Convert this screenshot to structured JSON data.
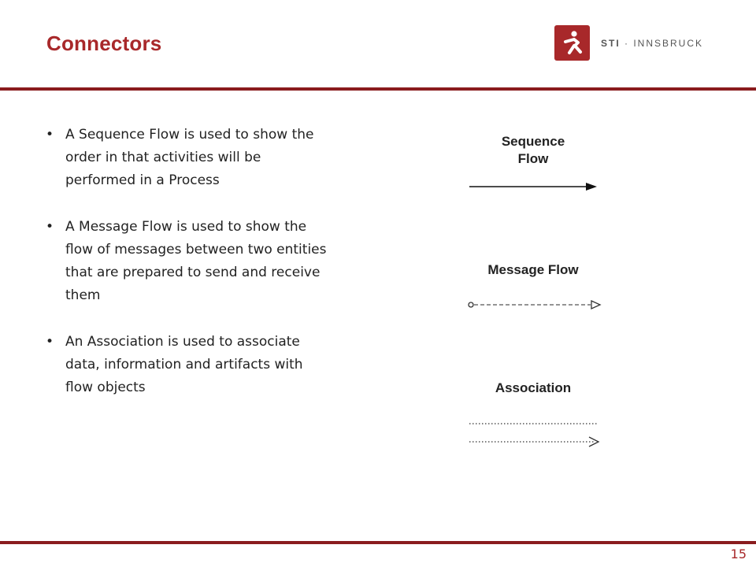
{
  "slide": {
    "title": "Connectors",
    "page_number": "15"
  },
  "logo": {
    "brand": "STI",
    "separator": " · ",
    "name": "INNSBRUCK",
    "color": "#a8282a"
  },
  "bullets": [
    {
      "marker": "•",
      "text": "A Sequence Flow is used to show the order in that activities will be performed in a Process"
    },
    {
      "marker": "•",
      "text": "A Message Flow is used to show the flow of messages between two entities that are prepared to send and receive them"
    },
    {
      "marker": "•",
      "text": "An Association is used to associate data, information and artifacts with flow objects"
    }
  ],
  "diagram": {
    "sequence": {
      "label_line1": "Sequence",
      "label_line2": "Flow"
    },
    "message": {
      "label": "Message Flow"
    },
    "association": {
      "label": "Association"
    }
  },
  "colors": {
    "accent": "#a8282a",
    "rule": "#8a1c1e",
    "text": "#222222"
  }
}
